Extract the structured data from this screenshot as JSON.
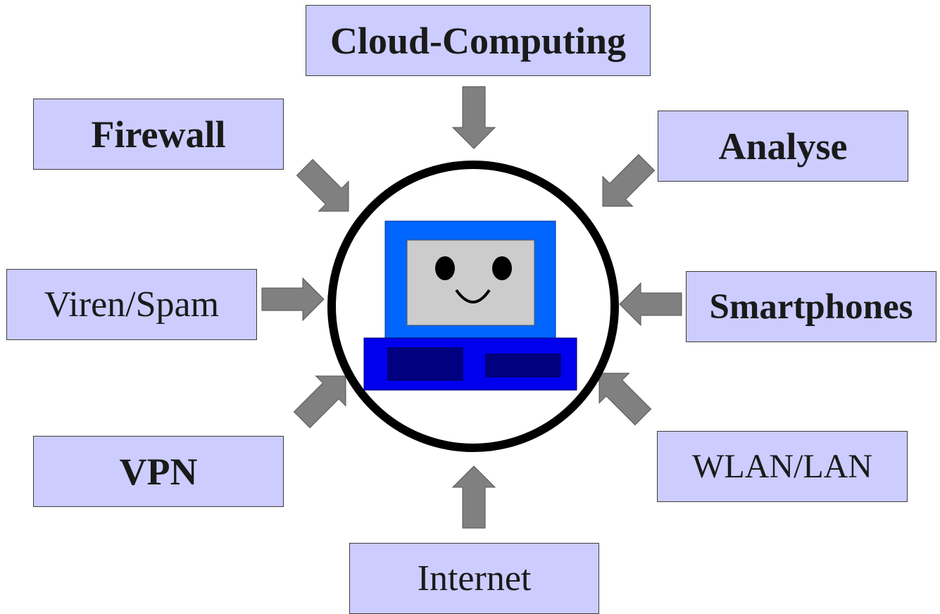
{
  "nodes": {
    "cloud": "Cloud-Computing",
    "firewall": "Firewall",
    "analyse": "Analyse",
    "viren": "Viren/Spam",
    "smartphones": "Smartphones",
    "vpn": "VPN",
    "wlan": "WLAN/LAN",
    "internet": "Internet"
  },
  "colors": {
    "box_fill": "#ccccff",
    "arrow_fill": "#808080",
    "circle_stroke": "#000000",
    "monitor_blue": "#0066ff",
    "screen_grey": "#cccccc",
    "base_blue": "#0000ee",
    "drive_navy": "#000080"
  },
  "icons": {
    "center": "smiling-computer-icon"
  }
}
